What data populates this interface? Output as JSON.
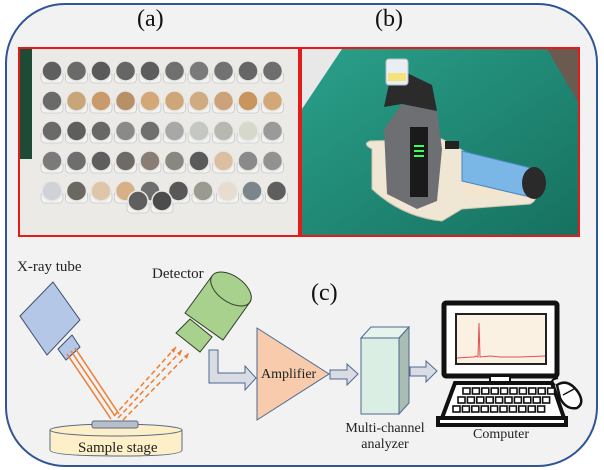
{
  "figure": {
    "panels": [
      {
        "id": "a",
        "label": "(a)",
        "content": "photo of powder sample cups arranged in grid"
      },
      {
        "id": "b",
        "label": "(b)",
        "content": "photo of handheld XRF analyzer on stand"
      },
      {
        "id": "c",
        "label": "(c)",
        "content": "schematic of XRF measurement chain"
      }
    ],
    "sample_grid": {
      "rows": 5,
      "cols": 10,
      "extra_row_count": 2
    },
    "schematic": {
      "xray_tube": "X-ray tube",
      "detector": "Detector",
      "sample_stage": "Sample stage",
      "amplifier": "Amplifier",
      "mca_line1": "Multi-channel",
      "mca_line2": "analyzer",
      "computer": "Computer"
    },
    "colors": {
      "frame": "#2f5597",
      "photo_border": "#e41b1b",
      "tube_fill": "#b4c7e7",
      "detector_fill": "#a9d18e",
      "amplifier_fill": "#f8cbad",
      "mca_fill": "#dbeee4",
      "stage_fill": "#fdf0c8",
      "beam": "#ed7d31",
      "arrow_fill": "#d9dde3",
      "spectrum": "#e05050"
    }
  }
}
